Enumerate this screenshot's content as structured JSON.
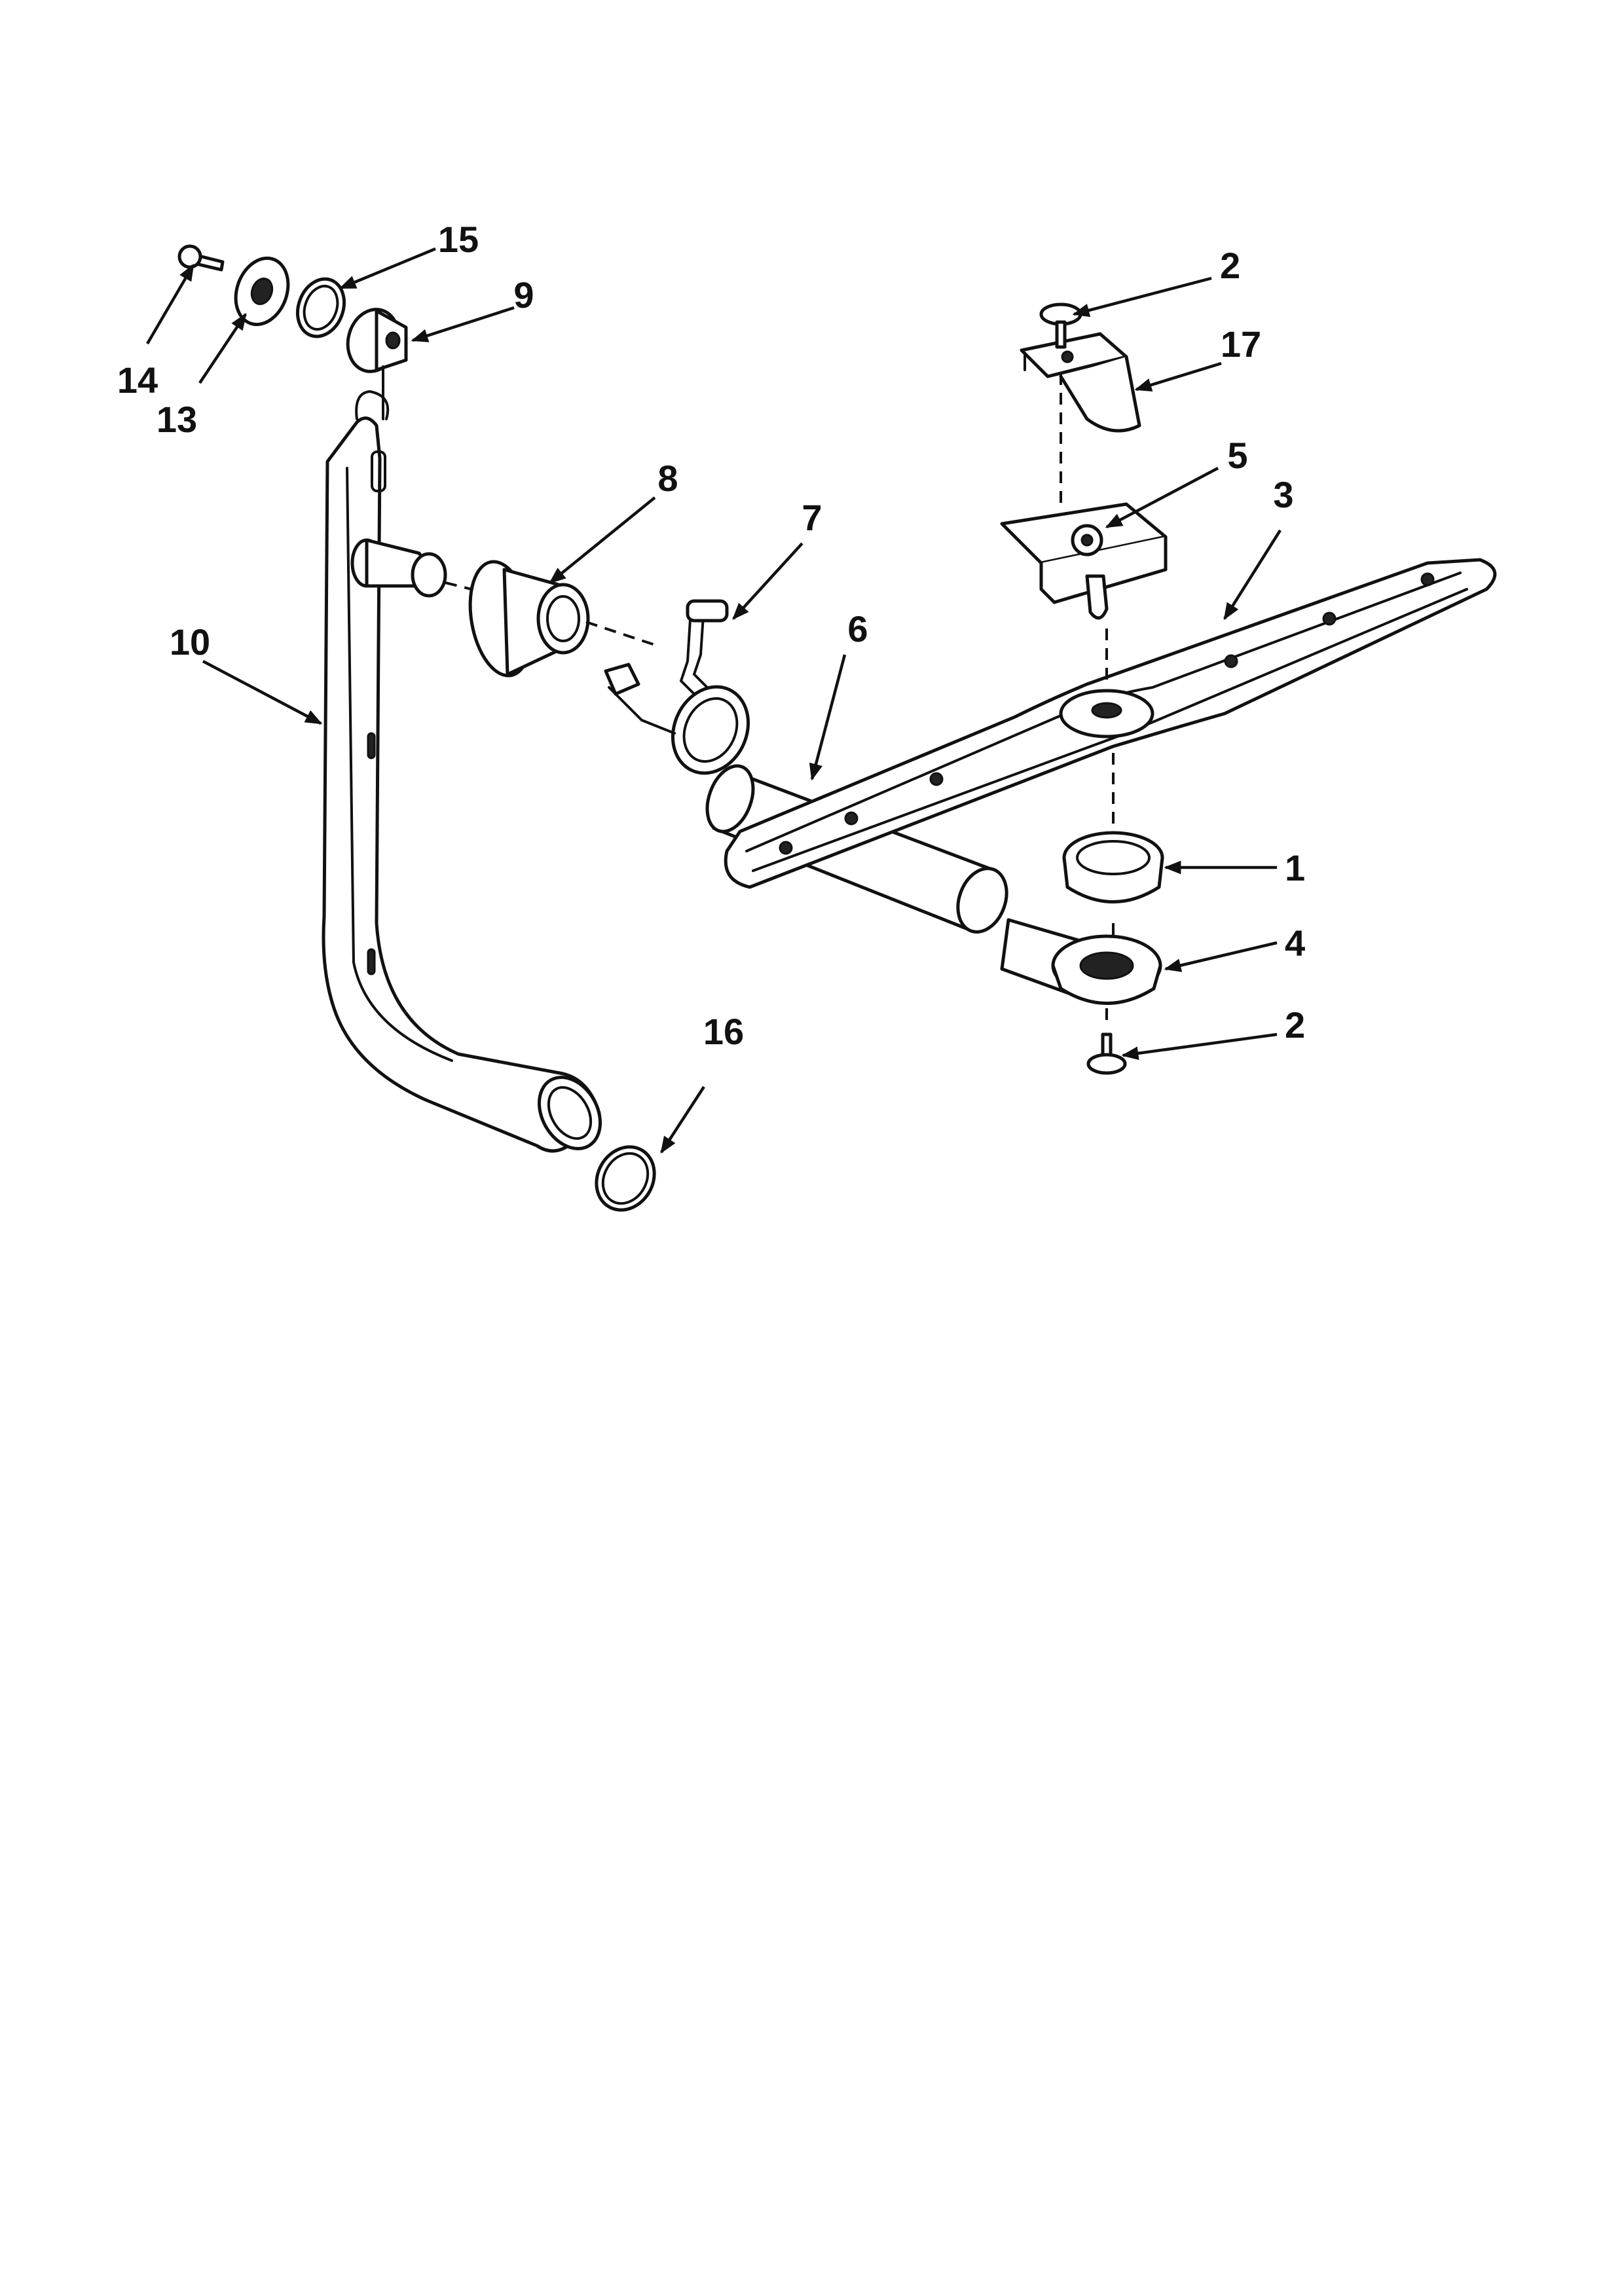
{
  "diagram": {
    "callouts": [
      {
        "id": "c1",
        "number": "1"
      },
      {
        "id": "c2a",
        "number": "2"
      },
      {
        "id": "c2b",
        "number": "2"
      },
      {
        "id": "c3",
        "number": "3"
      },
      {
        "id": "c4",
        "number": "4"
      },
      {
        "id": "c5",
        "number": "5"
      },
      {
        "id": "c6",
        "number": "6"
      },
      {
        "id": "c7",
        "number": "7"
      },
      {
        "id": "c8",
        "number": "8"
      },
      {
        "id": "c9",
        "number": "9"
      },
      {
        "id": "c10",
        "number": "10"
      },
      {
        "id": "c13",
        "number": "13"
      },
      {
        "id": "c14",
        "number": "14"
      },
      {
        "id": "c15",
        "number": "15"
      },
      {
        "id": "c16",
        "number": "16"
      },
      {
        "id": "c17",
        "number": "17"
      }
    ]
  }
}
